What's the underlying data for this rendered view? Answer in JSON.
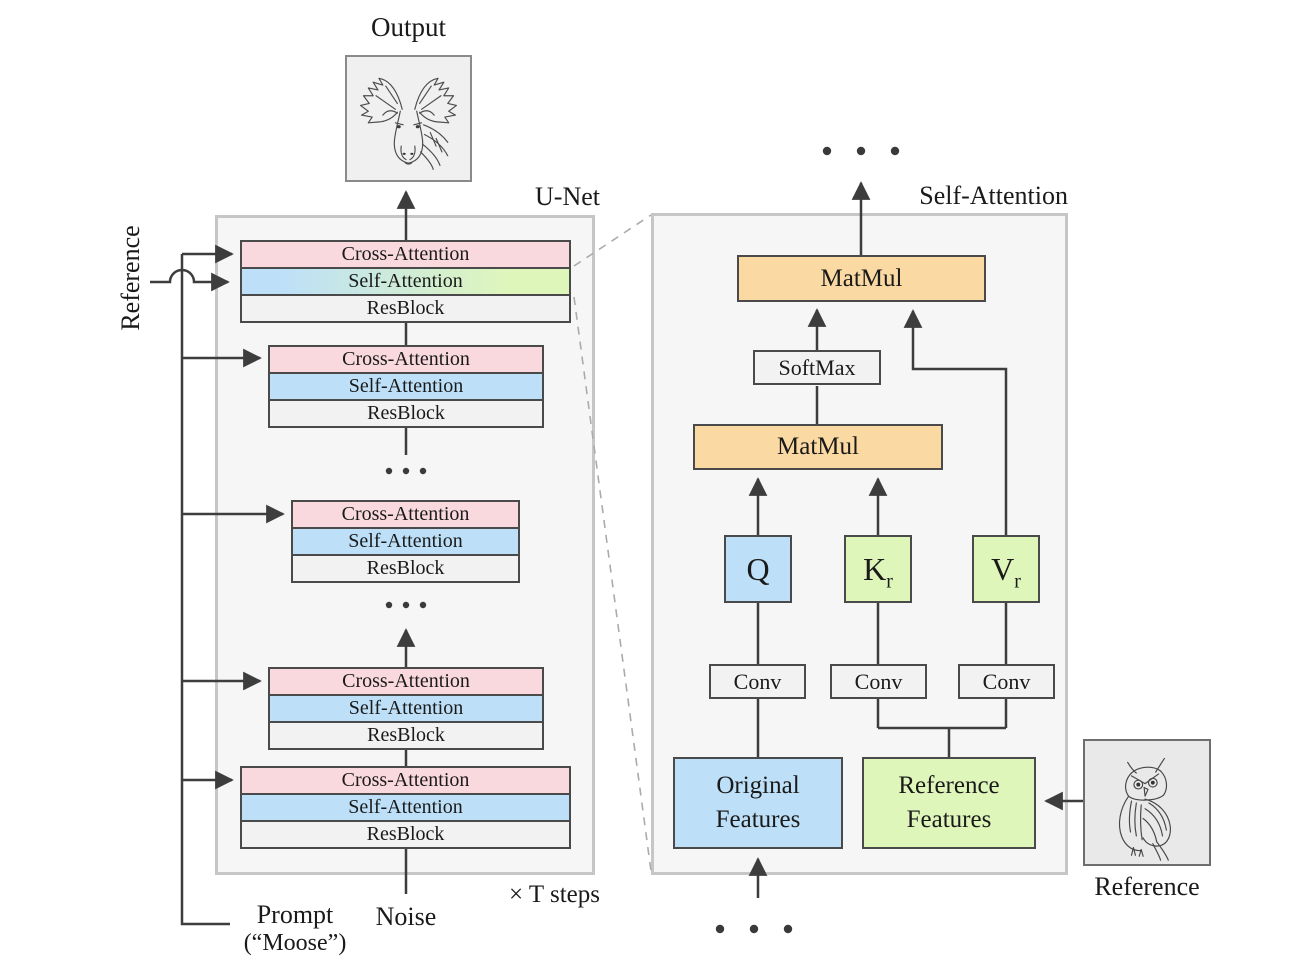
{
  "colors": {
    "pink": "#f9d9de",
    "blue": "#bde0f8",
    "green": "#dff6bb",
    "orange": "#fbd9a3",
    "gray-box": "#f2f2f2",
    "panel-bg": "#f6f6f6",
    "panel-border": "#c6c6c6",
    "box-border": "#4a4a4a",
    "line": "#3d3d3d",
    "dashed": "#ababab",
    "text": "#1a1a1a"
  },
  "unet": {
    "title": "U-Net",
    "output_label": "Output",
    "reference_label": "Reference",
    "prompt_label": "Prompt",
    "prompt_example": "(“Moose”)",
    "noise_label": "Noise",
    "steps_label": "× T steps",
    "row_labels": {
      "cross": "Cross-Attention",
      "self": "Self-Attention",
      "res": "ResBlock"
    }
  },
  "attention": {
    "title": "Self-Attention",
    "matmul_top": "MatMul",
    "softmax": "SoftMax",
    "matmul_bottom": "MatMul",
    "q": "Q",
    "k": "K",
    "k_sub": "r",
    "v": "V",
    "v_sub": "r",
    "conv1": "Conv",
    "conv2": "Conv",
    "conv3": "Conv",
    "original_features": "Original Features",
    "reference_features": "Reference Features",
    "reference_label": "Reference"
  }
}
